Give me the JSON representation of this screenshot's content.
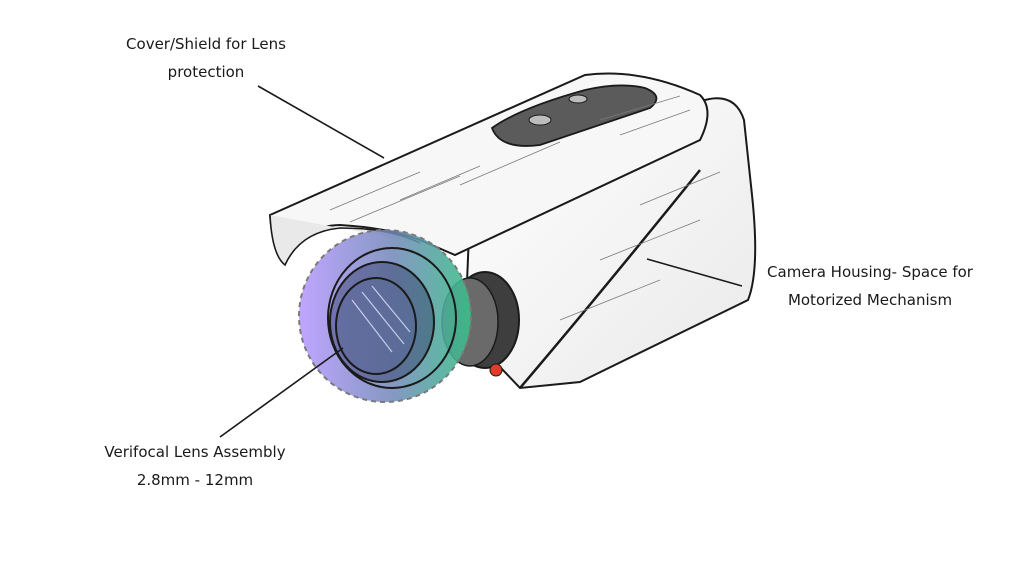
{
  "diagram": {
    "labels": {
      "cover": {
        "line1": "Cover/Shield for Lens",
        "line2": "protection"
      },
      "housing": {
        "line1": "Camera Housing- Space for",
        "line2": "Motorized Mechanism"
      },
      "lens": {
        "line1": "Verifocal Lens Assembly",
        "line2": "2.8mm - 12mm"
      }
    },
    "icons": {
      "camera": "cctv-camera-icon",
      "lens_highlight": "lens-highlight-icon"
    },
    "colors": {
      "ink": "#1a1a1a",
      "housing": "#f2f2f2",
      "shade": "#d9d9d9",
      "panel": "#5b5b5b",
      "lens_purple": "#b99cff",
      "lens_green": "#39c088",
      "lens_dark": "#2f3b64",
      "led_red": "#e23b2c"
    }
  }
}
